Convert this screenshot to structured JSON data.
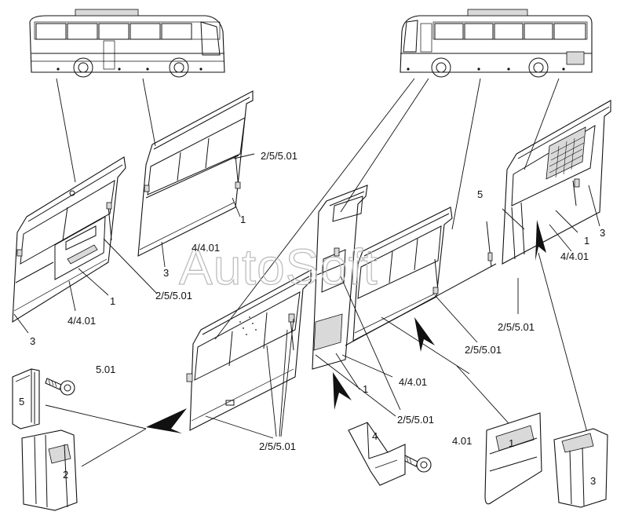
{
  "watermark": "AutoSoft",
  "labels": {
    "l_2_5_501_a": "2/5/5.01",
    "l_1_a": "1",
    "l_4_401_a": "4/4.01",
    "l_3_a": "3",
    "l_2_5_501_b": "2/5/5.01",
    "l_1_b": "1",
    "l_4_401_b": "4/4.01",
    "l_3_b": "3",
    "l_5_a": "5",
    "l_3_c": "3",
    "l_1_c": "1",
    "l_4_401_c": "4/4.01",
    "l_2_5_501_c": "2/5/5.01",
    "l_2_5_501_d": "2/5/5.01",
    "l_4_401_d": "4/4.01",
    "l_1_d": "1",
    "l_2_5_501_e": "2/5/5.01",
    "l_2_5_501_f": "2/5/5.01",
    "l_501": "5.01",
    "l_5_b": "5",
    "l_2": "2",
    "l_4": "4",
    "l_401": "4.01",
    "l_1_e": "1",
    "l_3_d": "3"
  }
}
